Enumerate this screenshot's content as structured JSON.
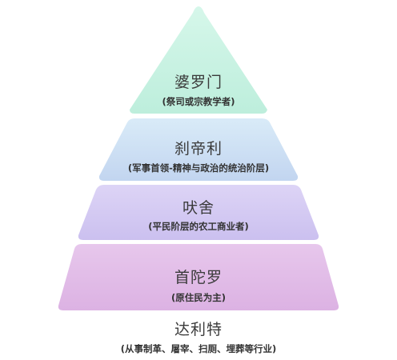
{
  "tiers": [
    {
      "name": "婆罗门",
      "description": "(祭司或宗教学者)",
      "color": "#bff0df"
    },
    {
      "name": "刹帝利",
      "description": "(军事首领-精神与政治的统治阶层)",
      "color": "#c8dcf3"
    },
    {
      "name": "吠舍",
      "description": "(平民阶层的农工商业者)",
      "color": "#d3c9f3"
    },
    {
      "name": "首陀罗",
      "description": "(原住民为主)",
      "color": "#e3bce8"
    },
    {
      "name": "达利特",
      "description": "(从事制革、屠宰、扫厕、埋葬等行业)",
      "color": "#ffffff"
    }
  ]
}
